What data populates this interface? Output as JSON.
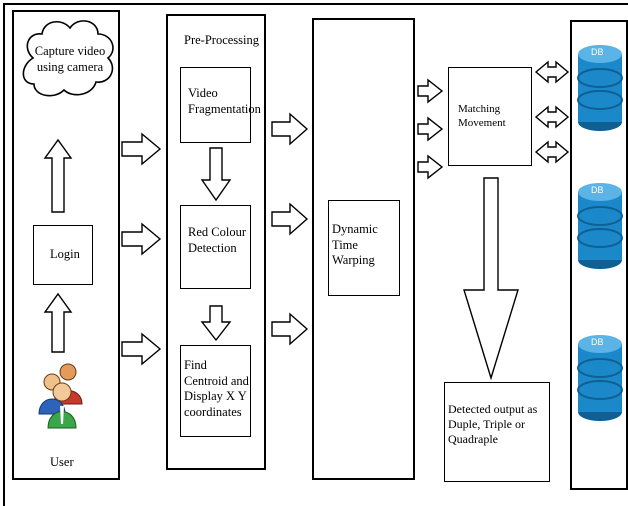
{
  "diagram": {
    "user_column": {
      "cloud_label": "Capture video using camera",
      "login_label": "Login",
      "user_label": "User"
    },
    "preprocessing": {
      "title": "Pre-Processing",
      "video_fragmentation": "Video Fragmentation",
      "red_colour_detection": "Red Colour Detection",
      "find_centroid": "Find Centroid and Display X Y coordinates"
    },
    "dtw_label": "Dynamic Time Warping",
    "matching_label": "Matching Movement",
    "output_label": "Detected output as Duple, Triple or Quadraple",
    "db_label": "DB",
    "colors": {
      "db_fill": "#1b88c9",
      "db_top": "#5bb3e6",
      "db_dark": "#0f5f93",
      "stroke": "#000000"
    }
  }
}
